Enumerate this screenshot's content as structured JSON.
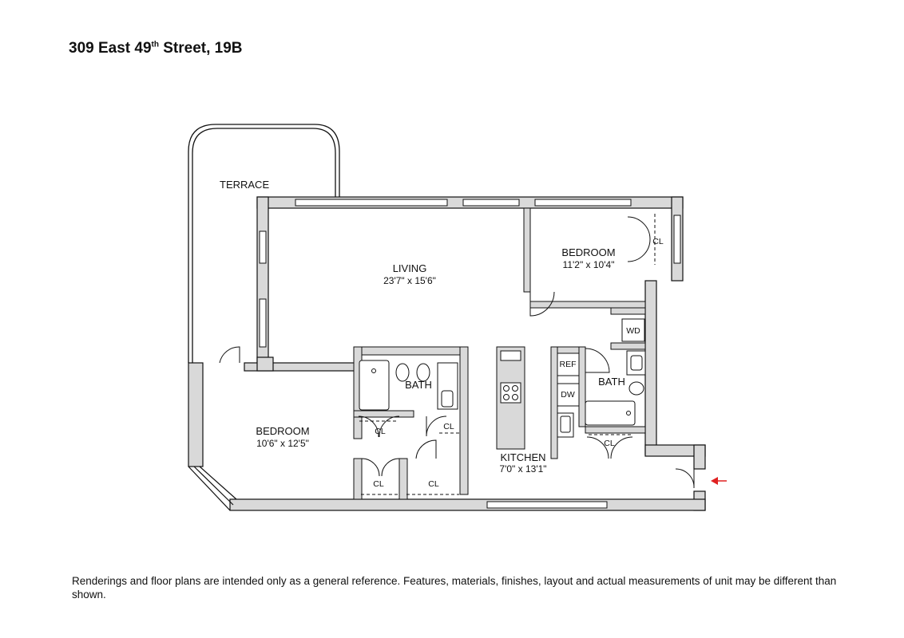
{
  "title": {
    "main": "309 East 49",
    "sup": "th",
    "rest": " Street, 19B"
  },
  "rooms": {
    "terrace": {
      "name": "TERRACE"
    },
    "living": {
      "name": "LIVING",
      "dim": "23'7\" x 15'6\""
    },
    "bedroom1": {
      "name": "BEDROOM",
      "dim": "11'2\" x 10'4\""
    },
    "bedroom2": {
      "name": "BEDROOM",
      "dim": "10'6\" x 12'5\""
    },
    "kitchen": {
      "name": "KITCHEN",
      "dim": "7'0\" x 13'1\""
    },
    "bath1": {
      "name": "BATH"
    },
    "bath2": {
      "name": "BATH"
    }
  },
  "fixtures": {
    "cl": "CL",
    "wd": "WD",
    "ref": "REF",
    "dw": "DW"
  },
  "colors": {
    "wall": "#d9d9d9",
    "outline": "#111111",
    "entry_arrow": "#e02020"
  },
  "disclaimer": "Renderings and floor plans are intended only as a general reference. Features, materials, finishes, layout and actual measurements of unit may be different than shown."
}
